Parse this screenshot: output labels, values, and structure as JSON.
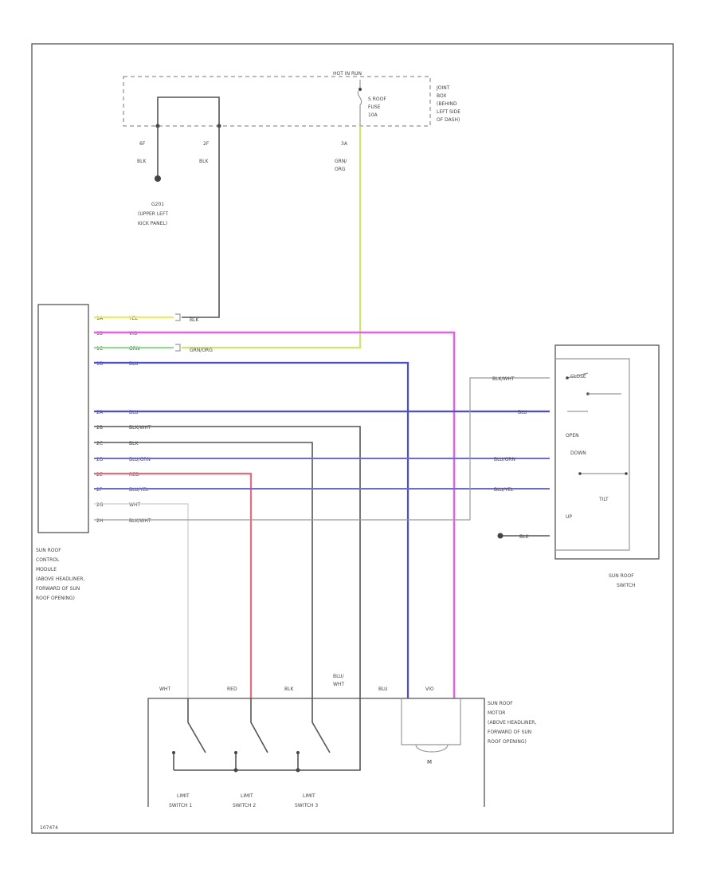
{
  "labels": {
    "hot_power": "HOT IN RUN",
    "fuse_line1": "S ROOF",
    "fuse_line2": "FUSE",
    "fuse_line3": "10A",
    "jb_line1": "JOINT",
    "jb_line2": "BOX",
    "jb_line3": "(BEHIND",
    "jb_line4": "LEFT SIDE",
    "jb_line5": "OF DASH)",
    "pin_6f": "6F",
    "pin_2f": "2F",
    "pin_3a": "3A",
    "wire_blk_a": "BLK",
    "wire_blk_b": "BLK",
    "wire_grn_org_1": "GRN/",
    "wire_grn_org_2": "ORG",
    "ground_line1": "G201",
    "ground_line2": "(UPPER LEFT",
    "ground_line3": "KICK PANEL)",
    "mod_l1": "SUN ROOF",
    "mod_l2": "CONTROL",
    "mod_l3": "MODULE",
    "mod_l4": "(ABOVE HEADLINER,",
    "mod_l5": "FORWARD OF SUN",
    "mod_l6": "ROOF OPENING)",
    "sw_l1": "SUN ROOF",
    "sw_l2": "SWITCH",
    "sw_close": "CLOSE",
    "sw_down": "DOWN",
    "sw_open": "OPEN",
    "sw_tilt": "TILT",
    "sw_up": "UP",
    "mot_l1": "SUN ROOF",
    "mot_l2": "MOTOR",
    "mot_l3": "(ABOVE HEADLINER,",
    "mot_l4": "FORWARD OF SUN",
    "mot_l5": "ROOF OPENING)",
    "motor_m": "M",
    "ls1_l1": "LIMIT",
    "ls1_l2": "SWITCH 1",
    "ls2_l1": "LIMIT",
    "ls2_l2": "SWITCH 2",
    "ls3_l1": "LIMIT",
    "ls3_l2": "SWITCH 3",
    "bot_wht": "WHT",
    "bot_red": "RED",
    "bot_blk": "BLK",
    "bot_blu_wht_1": "BLU/",
    "bot_blu_wht_2": "WHT",
    "bot_blu": "BLU",
    "bot_vio": "VIO",
    "sw_wire_1": "BLK/WHT",
    "sw_wire_2": "BLU",
    "sw_wire_3": "BLU/GRN",
    "sw_wire_4": "BLU/YEL",
    "sw_wire_5": "BLK",
    "footer_code": "107474"
  },
  "module_pins": [
    {
      "pin": "1A",
      "wire": "YEL"
    },
    {
      "pin": "1B",
      "wire": "VIO"
    },
    {
      "pin": "1C",
      "wire": "GRN"
    },
    {
      "pin": "1D",
      "wire": "BLU"
    },
    {
      "pin": "2A",
      "wire": "BLU"
    },
    {
      "pin": "2B",
      "wire": "BLK/WHT"
    },
    {
      "pin": "2C",
      "wire": "BLK"
    },
    {
      "pin": "2D",
      "wire": "BLU/GRN"
    },
    {
      "pin": "2E",
      "wire": "RED"
    },
    {
      "pin": "2F",
      "wire": "BLU/YEL"
    },
    {
      "pin": "2G",
      "wire": "WHT"
    },
    {
      "pin": "2H",
      "wire": "BLK/WHT"
    }
  ],
  "splice_labels": {
    "top": "BLK",
    "green": "GRN/ORG"
  },
  "colors": {
    "yellow": "#e6ee5e",
    "violet": "#ea5cea",
    "blue": "#4a4aea",
    "red": "#ee6a7a",
    "green": "#88e288",
    "frame": "#555555"
  }
}
